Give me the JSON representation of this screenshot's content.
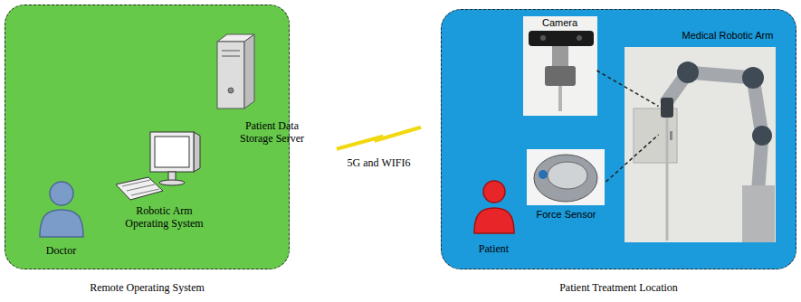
{
  "diagram": {
    "nodes": [
      {
        "text": [
          "Remote Operating System"
        ]
      },
      {
        "text": [
          "Patient Data Storage Server"
        ],
        "in": 0
      },
      {
        "text": [
          "Robotic Arm Operating System"
        ],
        "in": 0
      },
      {
        "text": [
          "Doctor"
        ],
        "in": 0
      },
      {
        "text": [
          "Patient Treatment Location"
        ]
      },
      {
        "text": [
          "Camera"
        ],
        "in": 4
      },
      {
        "text": [
          "Medical Robotic Arm"
        ],
        "in": 4
      },
      {
        "text": [
          "Force Sensor"
        ],
        "in": 4
      },
      {
        "text": [
          "Patient"
        ],
        "in": 4
      }
    ],
    "edges": [
      {
        "from": 0,
        "to": 4,
        "label": "5G and WIFI6",
        "arrow": "none"
      },
      {
        "from": 5,
        "to": 6,
        "arrow": "none"
      },
      {
        "from": 7,
        "to": 6,
        "arrow": "none"
      }
    ]
  }
}
